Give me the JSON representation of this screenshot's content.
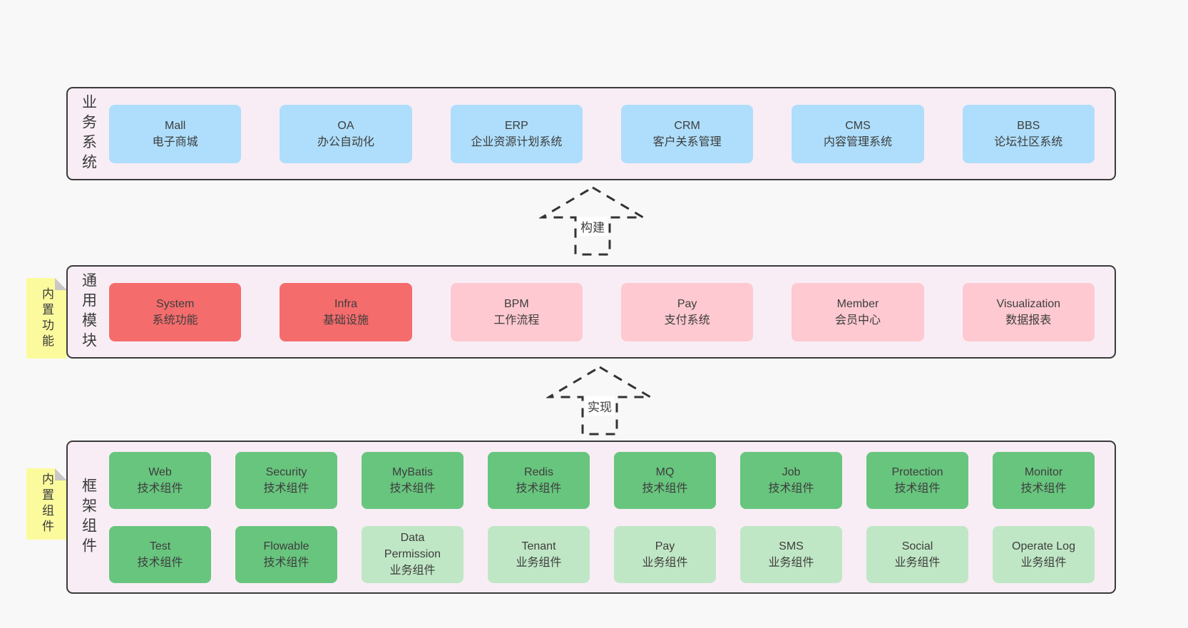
{
  "colors": {
    "page_bg": "#f8f8f8",
    "panel_bg": "#f8edf5",
    "panel_border": "#3a3a3a",
    "blue": "#aedefb",
    "red": "#f56c6c",
    "pink": "#fec9d0",
    "green_dark": "#68c57e",
    "green_light": "#c0e7c5",
    "sticky_bg": "#fbfb9e",
    "sticky_fold": "#c8c8c8",
    "text": "#3d3d3d",
    "arrow_stroke": "#333333"
  },
  "arrows": [
    {
      "label": "构建"
    },
    {
      "label": "实现"
    }
  ],
  "sections": [
    {
      "label": "业务系统",
      "rows": [
        [
          {
            "title": "Mall",
            "subtitle": "电子商城",
            "variant": "blue"
          },
          {
            "title": "OA",
            "subtitle": "办公自动化",
            "variant": "blue"
          },
          {
            "title": "ERP",
            "subtitle": "企业资源计划系统",
            "variant": "blue"
          },
          {
            "title": "CRM",
            "subtitle": "客户关系管理",
            "variant": "blue"
          },
          {
            "title": "CMS",
            "subtitle": "内容管理系统",
            "variant": "blue"
          },
          {
            "title": "BBS",
            "subtitle": "论坛社区系统",
            "variant": "blue"
          }
        ]
      ]
    },
    {
      "label": "通用模块",
      "note": "内置功能",
      "rows": [
        [
          {
            "title": "System",
            "subtitle": "系统功能",
            "variant": "red"
          },
          {
            "title": "Infra",
            "subtitle": "基础设施",
            "variant": "red"
          },
          {
            "title": "BPM",
            "subtitle": "工作流程",
            "variant": "pink"
          },
          {
            "title": "Pay",
            "subtitle": "支付系统",
            "variant": "pink"
          },
          {
            "title": "Member",
            "subtitle": "会员中心",
            "variant": "pink"
          },
          {
            "title": "Visualization",
            "subtitle": "数据报表",
            "variant": "pink"
          }
        ]
      ]
    },
    {
      "label": "框架组件",
      "note": "内置组件",
      "rows": [
        [
          {
            "title": "Web",
            "subtitle": "技术组件",
            "variant": "green_dark"
          },
          {
            "title": "Security",
            "subtitle": "技术组件",
            "variant": "green_dark"
          },
          {
            "title": "MyBatis",
            "subtitle": "技术组件",
            "variant": "green_dark"
          },
          {
            "title": "Redis",
            "subtitle": "技术组件",
            "variant": "green_dark"
          },
          {
            "title": "MQ",
            "subtitle": "技术组件",
            "variant": "green_dark"
          },
          {
            "title": "Job",
            "subtitle": "技术组件",
            "variant": "green_dark"
          },
          {
            "title": "Protection",
            "subtitle": "技术组件",
            "variant": "green_dark"
          },
          {
            "title": "Monitor",
            "subtitle": "技术组件",
            "variant": "green_dark"
          }
        ],
        [
          {
            "title": "Test",
            "subtitle": "技术组件",
            "variant": "green_dark"
          },
          {
            "title": "Flowable",
            "subtitle": "技术组件",
            "variant": "green_dark"
          },
          {
            "title": "Data\nPermission",
            "subtitle": "业务组件",
            "variant": "green_light"
          },
          {
            "title": "Tenant",
            "subtitle": "业务组件",
            "variant": "green_light"
          },
          {
            "title": "Pay",
            "subtitle": "业务组件",
            "variant": "green_light"
          },
          {
            "title": "SMS",
            "subtitle": "业务组件",
            "variant": "green_light"
          },
          {
            "title": "Social",
            "subtitle": "业务组件",
            "variant": "green_light"
          },
          {
            "title": "Operate Log",
            "subtitle": "业务组件",
            "variant": "green_light"
          }
        ]
      ]
    }
  ]
}
